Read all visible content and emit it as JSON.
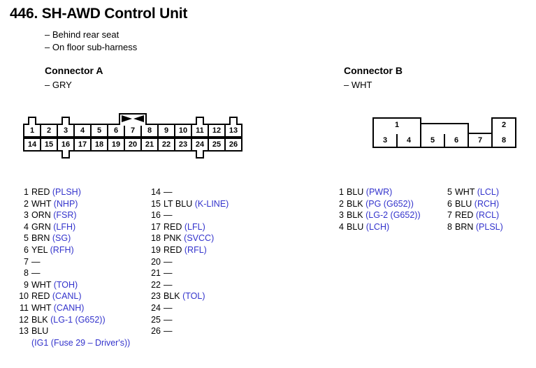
{
  "title": "446. SH-AWD Control Unit",
  "location_notes": [
    "– Behind rear seat",
    "– On floor sub-harness"
  ],
  "colors": {
    "signal_text": "#3333cc",
    "body_text": "#000000",
    "outline": "#000000",
    "background": "#ffffff"
  },
  "connector_a": {
    "heading": "Connector A",
    "color_label": "– GRY",
    "diagram": {
      "top_row_pins": [
        "1",
        "2",
        "3",
        "4",
        "5",
        "6",
        "7",
        "8",
        "9",
        "10",
        "11",
        "12",
        "13"
      ],
      "bottom_row_pins": [
        "14",
        "15",
        "16",
        "17",
        "18",
        "19",
        "20",
        "21",
        "22",
        "23",
        "24",
        "25",
        "26"
      ],
      "top_tabs_over_pins": [
        "1",
        "3",
        "11",
        "13"
      ],
      "bottom_tabs_under_pins": [
        "16",
        "24"
      ],
      "keyed_tab_over_pin": "7",
      "keyed_tab_marking": "x-bowtie"
    },
    "pins_column_1": [
      {
        "num": "1",
        "wire": "RED",
        "signal": "(PLSH)"
      },
      {
        "num": "2",
        "wire": "WHT",
        "signal": "(NHP)"
      },
      {
        "num": "3",
        "wire": "ORN",
        "signal": "(FSR)"
      },
      {
        "num": "4",
        "wire": "GRN",
        "signal": "(LFH)"
      },
      {
        "num": "5",
        "wire": "BRN",
        "signal": "(SG)"
      },
      {
        "num": "6",
        "wire": "YEL",
        "signal": "(RFH)"
      },
      {
        "num": "7",
        "wire": "—",
        "signal": ""
      },
      {
        "num": "8",
        "wire": "—",
        "signal": ""
      },
      {
        "num": "9",
        "wire": "WHT",
        "signal": "(TOH)"
      },
      {
        "num": "10",
        "wire": "RED",
        "signal": "(CANL)"
      },
      {
        "num": "11",
        "wire": "WHT",
        "signal": "(CANH)"
      },
      {
        "num": "12",
        "wire": "BLK",
        "signal": "(LG-1 (G652))"
      },
      {
        "num": "13",
        "wire": "BLU",
        "signal": "",
        "continuation": "(IG1 (Fuse 29 – Driver's))"
      }
    ],
    "pins_column_2": [
      {
        "num": "14",
        "wire": "—",
        "signal": ""
      },
      {
        "num": "15",
        "wire": "LT BLU",
        "signal": "(K-LINE)"
      },
      {
        "num": "16",
        "wire": "—",
        "signal": ""
      },
      {
        "num": "17",
        "wire": "RED",
        "signal": "(LFL)"
      },
      {
        "num": "18",
        "wire": "PNK",
        "signal": "(SVCC)"
      },
      {
        "num": "19",
        "wire": "RED",
        "signal": "(RFL)"
      },
      {
        "num": "20",
        "wire": "—",
        "signal": ""
      },
      {
        "num": "21",
        "wire": "—",
        "signal": ""
      },
      {
        "num": "22",
        "wire": "—",
        "signal": ""
      },
      {
        "num": "23",
        "wire": "BLK",
        "signal": "(TOL)"
      },
      {
        "num": "24",
        "wire": "—",
        "signal": ""
      },
      {
        "num": "25",
        "wire": "—",
        "signal": ""
      },
      {
        "num": "26",
        "wire": "—",
        "signal": ""
      }
    ]
  },
  "connector_b": {
    "heading": "Connector B",
    "color_label": "– WHT",
    "diagram": {
      "top_row_pins": [
        "1",
        "2"
      ],
      "bottom_row_pins": [
        "3",
        "4",
        "5",
        "6",
        "7",
        "8"
      ],
      "notes": "pin 1 spans pins 3-4; pin 2 sits above pin 8; raised tab bridges pins 5-6"
    },
    "pins_column_1": [
      {
        "num": "1",
        "wire": "BLU",
        "signal": "(PWR)"
      },
      {
        "num": "2",
        "wire": "BLK",
        "signal": "(PG (G652))"
      },
      {
        "num": "3",
        "wire": "BLK",
        "signal": "(LG-2 (G652))"
      },
      {
        "num": "4",
        "wire": "BLU",
        "signal": "(LCH)"
      }
    ],
    "pins_column_2": [
      {
        "num": "5",
        "wire": "WHT",
        "signal": "(LCL)"
      },
      {
        "num": "6",
        "wire": "BLU",
        "signal": "(RCH)"
      },
      {
        "num": "7",
        "wire": "RED",
        "signal": "(RCL)"
      },
      {
        "num": "8",
        "wire": "BRN",
        "signal": "(PLSL)"
      }
    ]
  }
}
